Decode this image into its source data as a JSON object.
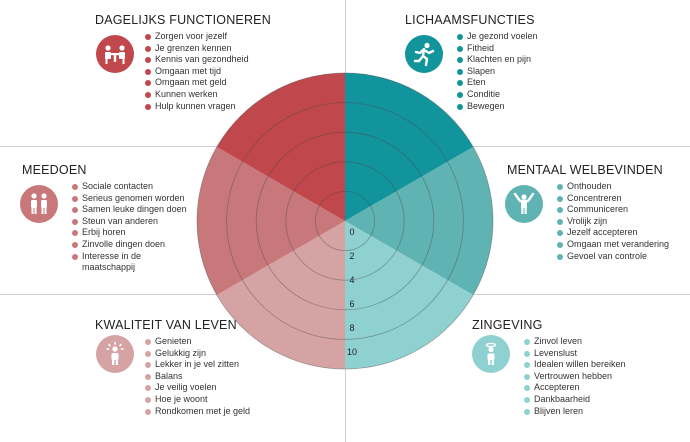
{
  "colors": {
    "red_dark": "#c0474b",
    "red_mid": "#c8787a",
    "red_light": "#d6a3a4",
    "teal_dark": "#12949c",
    "teal_mid": "#5fb3b3",
    "teal_light": "#8fd1d1"
  },
  "scale": {
    "ticks": [
      "0",
      "2",
      "4",
      "6",
      "8",
      "10"
    ],
    "max": 10
  },
  "domains": {
    "dagelijks": {
      "title": "DAGELIJKS FUNCTIONEREN",
      "icon": "table-people-icon",
      "items": [
        "Zorgen voor jezelf",
        "Je grenzen kennen",
        "Kennis van gezondheid",
        "Omgaan met tijd",
        "Omgaan met geld",
        "Kunnen werken",
        "Hulp kunnen vragen"
      ]
    },
    "lichaam": {
      "title": "LICHAAMSFUNCTIES",
      "icon": "running-person-icon",
      "items": [
        "Je gezond voelen",
        "Fitheid",
        "Klachten en pijn",
        "Slapen",
        "Eten",
        "Conditie",
        "Bewegen"
      ]
    },
    "meedoen": {
      "title": "MEEDOEN",
      "icon": "two-people-icon",
      "items": [
        "Sociale contacten",
        "Serieus genomen worden",
        "Samen leuke dingen doen",
        "Steun van anderen",
        "Erbij horen",
        "Zinvolle dingen doen",
        "Interesse in de",
        "maatschappij"
      ]
    },
    "mentaal": {
      "title": "MENTAAL WELBEVINDEN",
      "icon": "cheering-person-icon",
      "items": [
        "Onthouden",
        "Concentreren",
        "Communiceren",
        "Vrolijk zijn",
        "Jezelf accepteren",
        "Omgaan met verandering",
        "Gevoel van controle"
      ]
    },
    "kwaliteit": {
      "title": "KWALITEIT VAN LEVEN",
      "icon": "person-glow-icon",
      "items": [
        "Genieten",
        "Gelukkig zijn",
        "Lekker in je vel zitten",
        "Balans",
        "Je veilig voelen",
        "Hoe je woont",
        "Rondkomen met je geld"
      ]
    },
    "zingeving": {
      "title": "ZINGEVING",
      "icon": "person-halo-icon",
      "items": [
        "Zinvol leven",
        "Levenslust",
        "Idealen willen bereiken",
        "Vertrouwen hebben",
        "Accepteren",
        "Dankbaarheid",
        "Blijven leren"
      ]
    }
  }
}
